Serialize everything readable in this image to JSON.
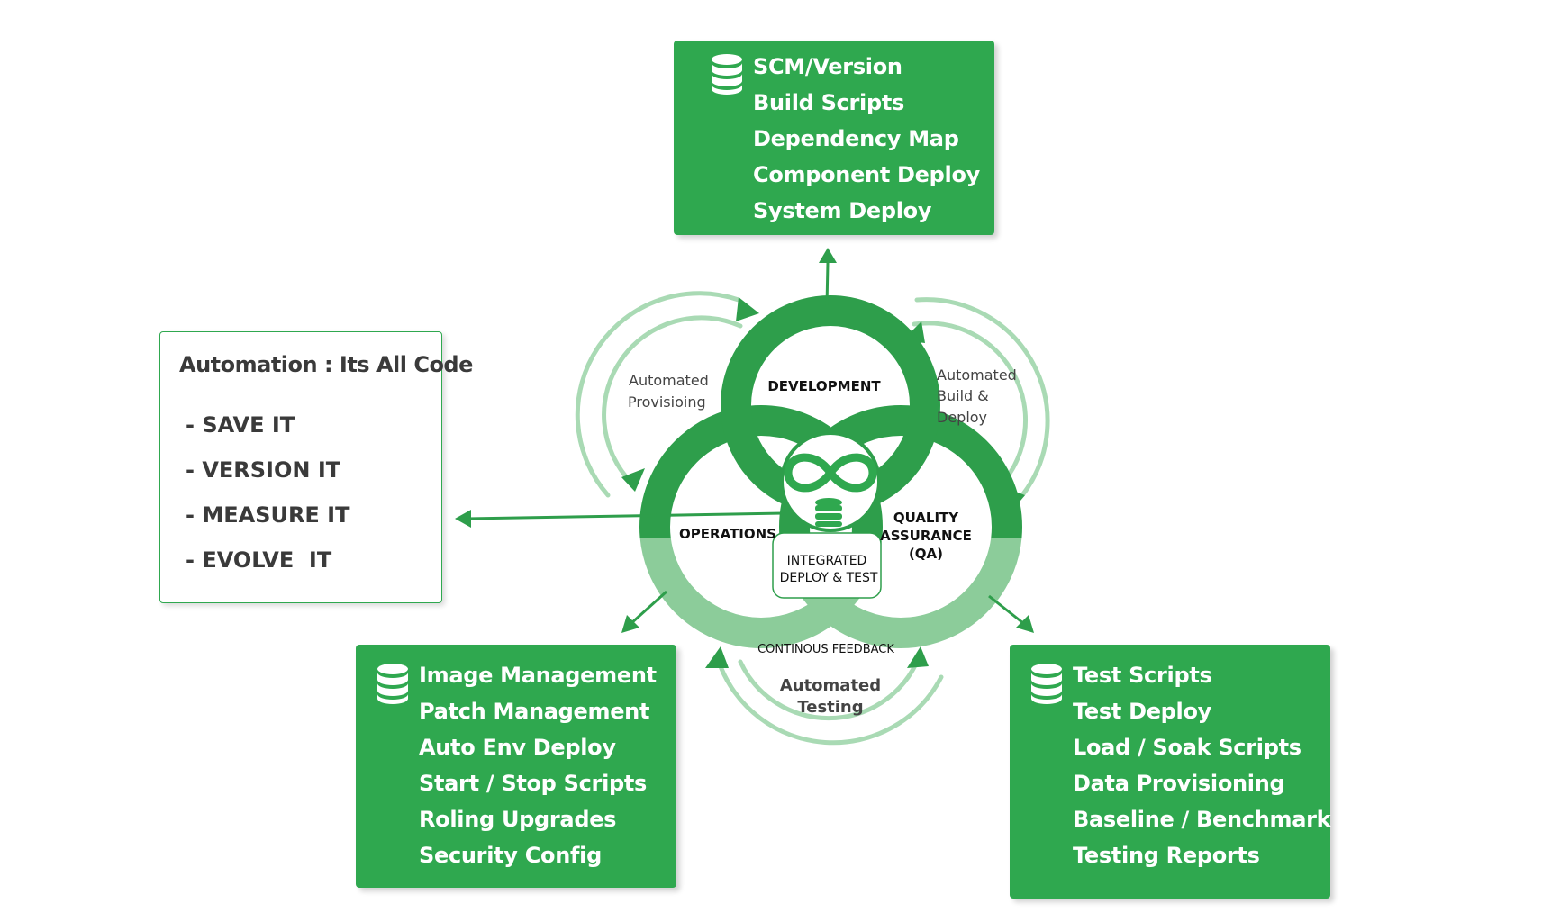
{
  "top_box": {
    "icon": "database-icon",
    "items": [
      "SCM/Version",
      "Build Scripts",
      "Dependency Map",
      "Component Deploy",
      "System Deploy"
    ]
  },
  "left_box": {
    "title": "Automation : Its All Code",
    "items": [
      "- SAVE IT",
      "- VERSION IT",
      "- MEASURE IT",
      "- EVOLVE  IT"
    ]
  },
  "bottom_left_box": {
    "icon": "database-icon",
    "items": [
      "Image Management",
      "Patch Management",
      "Auto Env Deploy",
      "Start / Stop Scripts",
      "Roling Upgrades",
      "Security Config"
    ]
  },
  "bottom_right_box": {
    "icon": "database-icon",
    "items": [
      "Test Scripts",
      "Test Deploy",
      "Load / Soak Scripts",
      "Data Provisioning",
      "Baseline / Benchmark",
      "Testing Reports"
    ]
  },
  "center": {
    "development": "DEVELOPMENT",
    "operations": "OPERATIONS",
    "qa_line1": "QUALITY",
    "qa_line2": "ASSURANCE",
    "qa_line3": "(QA)",
    "integrated_line1": "INTEGRATED",
    "integrated_line2": "DEPLOY & TEST",
    "feedback": "CONTINOUS FEEDBACK",
    "center_icons": [
      "infinity-icon",
      "database-icon"
    ]
  },
  "cycle_labels": {
    "provisioning_line1": "Automated",
    "provisioning_line2": "Provisioing",
    "build_line1": "Automated",
    "build_line2": "Build &",
    "build_line3": "Deploy",
    "testing_line1": "Automated",
    "testing_line2": "Testing"
  },
  "colors": {
    "primary_green": "#2fa84f",
    "dark_green": "#2e9e4b",
    "light_green": "#8ccc9a",
    "pale_green": "#a9dab4",
    "text_dark": "#3a3a3a"
  }
}
